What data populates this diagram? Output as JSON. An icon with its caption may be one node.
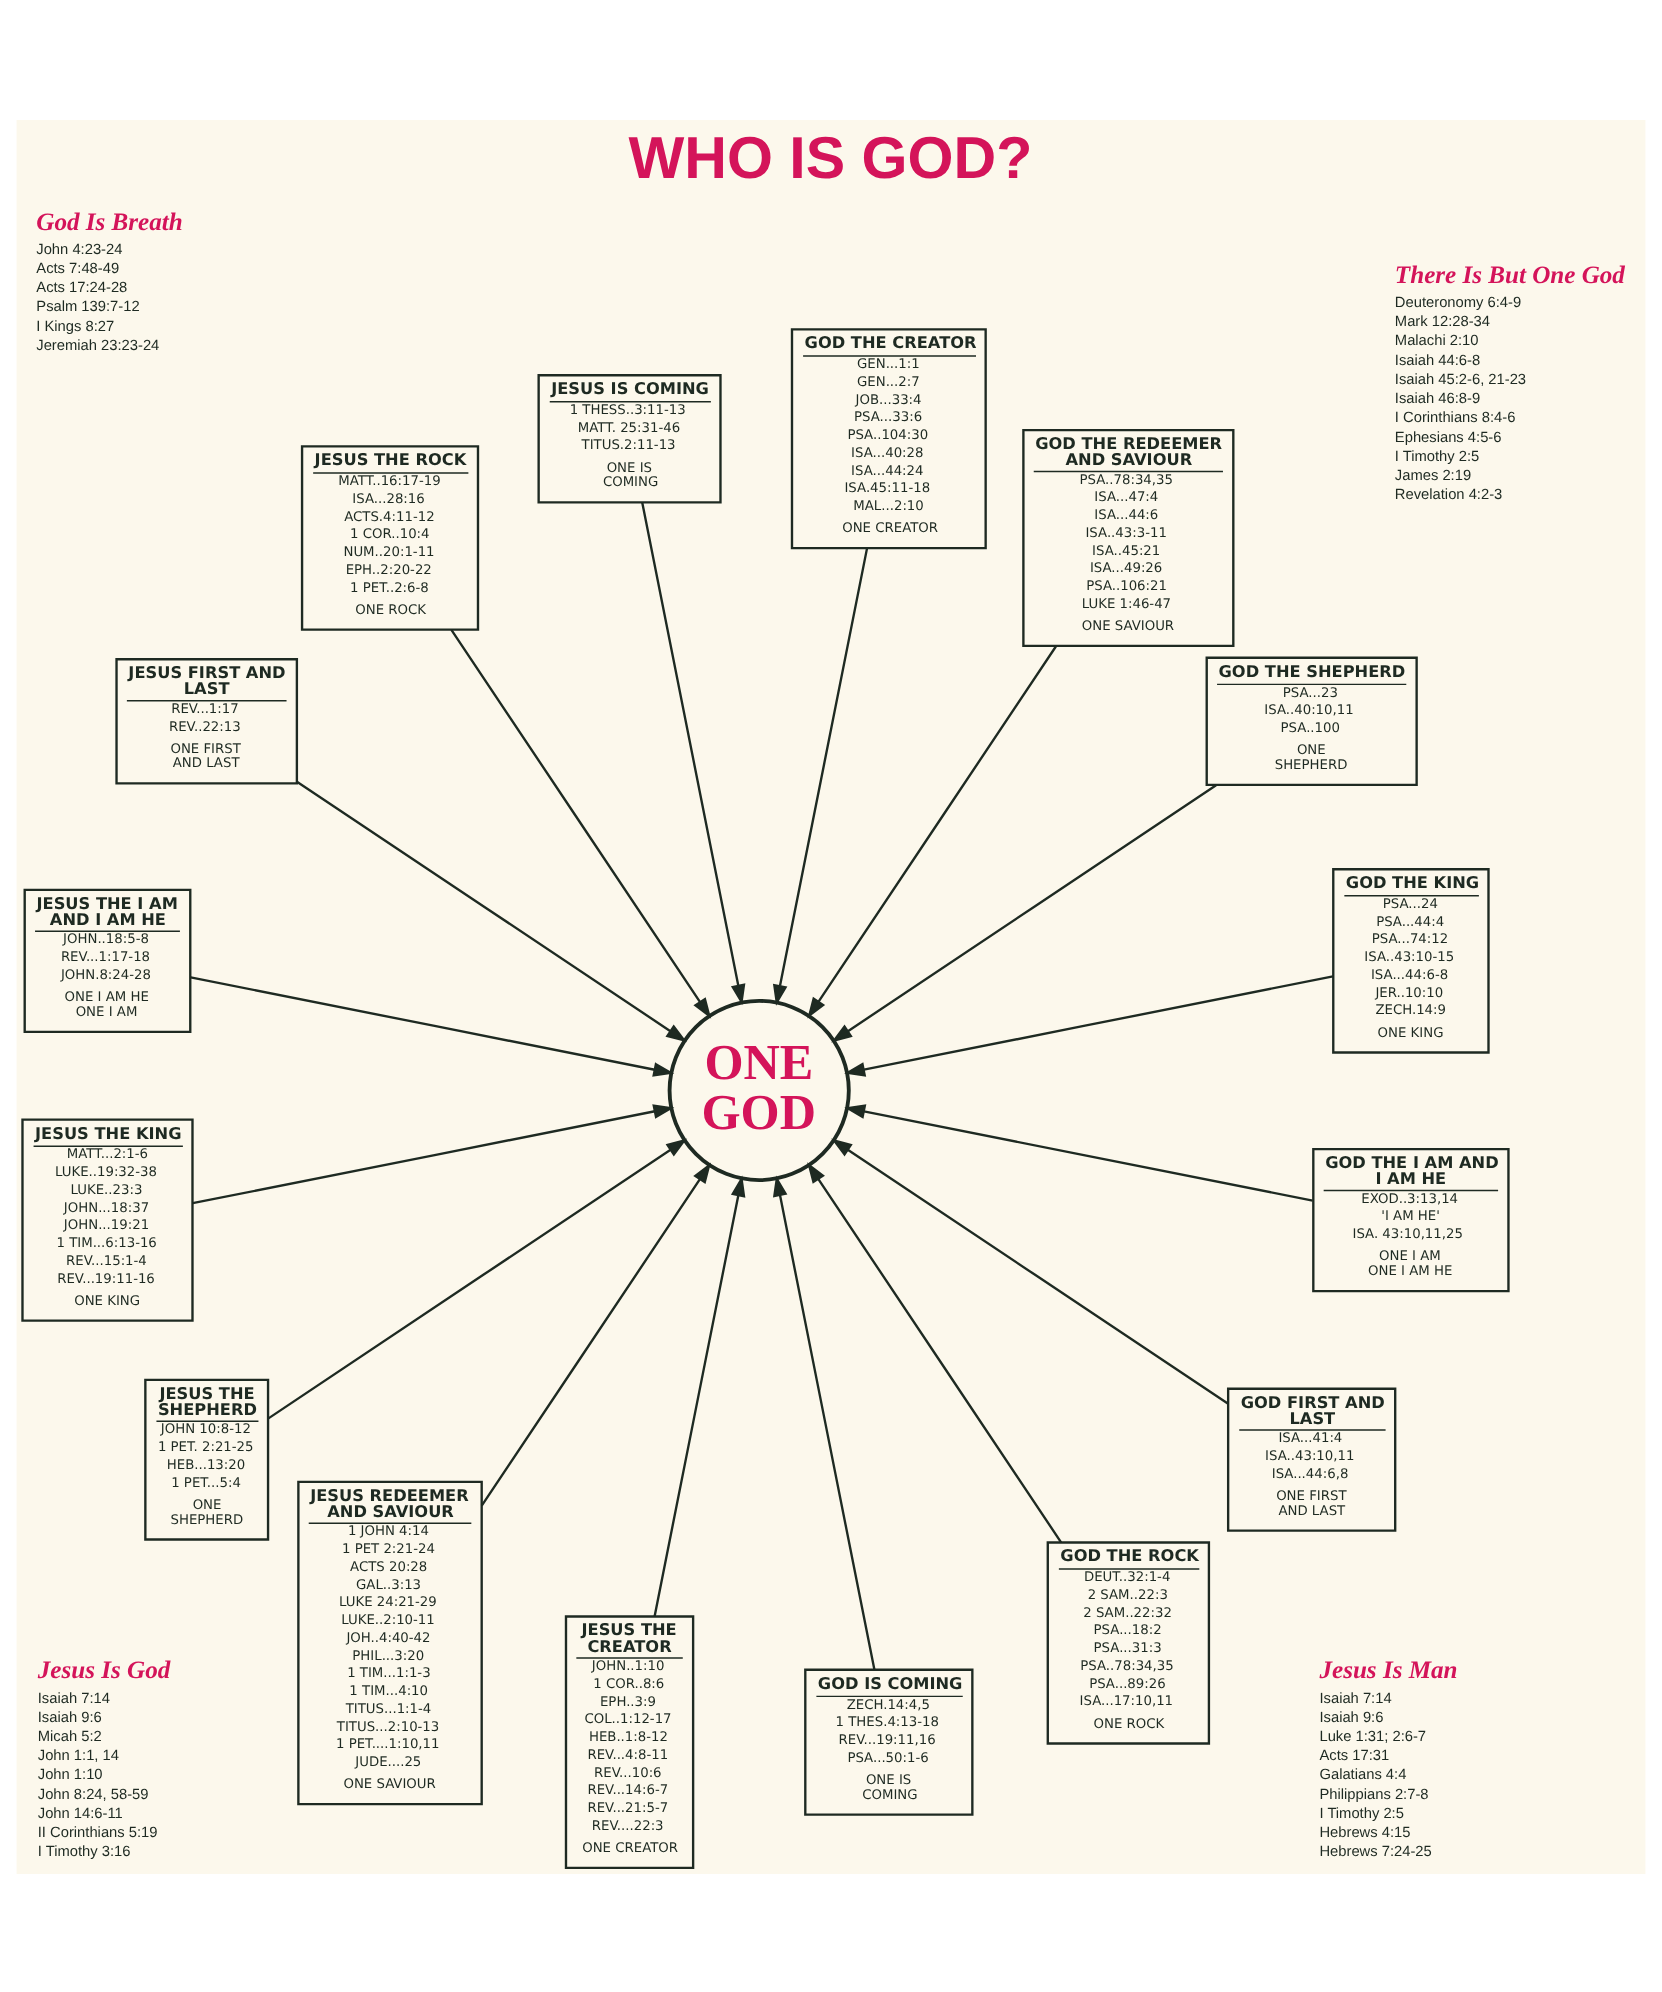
{
  "diagram": {
    "title": "WHO IS GOD?",
    "nodes": [
      {
        "text": [
          "JESUS IS COMING",
          "1 THESS..3:11-13",
          "MATT. 25:31-46",
          "TITUS.2:11-13",
          "ONE IS COMING"
        ]
      },
      {
        "text": [
          "GOD THE CREATOR",
          "GEN...1:1",
          "GEN...2:7",
          "JOB...33:4",
          "PSA...33:6",
          "PSA..104:30",
          "ISA...40:28",
          "ISA...44:24",
          "ISA.45:11-18",
          "MAL...2:10",
          "ONE CREATOR"
        ]
      },
      {
        "text": [
          "GOD THE REDEEMER AND SAVIOUR",
          "PSA..78:34,35",
          "ISA...47:4",
          "ISA...44:6",
          "ISA..43:3-11",
          "ISA..45:21",
          "ISA...49:26",
          "PSA..106:21",
          "LUKE 1:46-47",
          "ONE SAVIOUR"
        ]
      },
      {
        "text": [
          "GOD THE SHEPHERD",
          "PSA...23",
          "ISA..40:10,11",
          "PSA..100",
          "ONE SHEPHERD"
        ]
      },
      {
        "text": [
          "GOD THE KING",
          "PSA...24",
          "PSA...44:4",
          "PSA...74:12",
          "ISA..43:10-15",
          "ISA...44:6-8",
          "JER..10:10",
          "ZECH.14:9",
          "ONE KING"
        ]
      },
      {
        "text": [
          "GOD THE I AM AND I AM HE",
          "EXOD..3:13,14",
          "'I AM HE'",
          "ISA. 43:10,11,25",
          "ONE I AM ONE I AM HE"
        ]
      },
      {
        "text": [
          "GOD FIRST AND LAST",
          "ISA...41:4",
          "ISA..43:10,11",
          "ISA...44:6,8",
          "ONE FIRST AND LAST"
        ]
      },
      {
        "text": [
          "GOD THE ROCK",
          "DEUT..32:1-4",
          "2 SAM..22:3",
          "2 SAM..22:32",
          "PSA...18:2",
          "PSA...31:3",
          "PSA..78:34,35",
          "PSA...89:26",
          "ISA...17:10,11",
          "ONE ROCK"
        ]
      },
      {
        "text": [
          "GOD IS COMING",
          "ZECH.14:4,5",
          "1 THES.4:13-18",
          "REV...19:11,16",
          "PSA...50:1-6",
          "ONE IS COMING"
        ]
      },
      {
        "text": [
          "JESUS THE CREATOR",
          "JOHN..1:10",
          "1 COR..8:6",
          "EPH..3:9",
          "COL..1:12-17",
          "HEB..1:8-12",
          "REV...4:8-11",
          "REV...10:6",
          "REV...14:6-7",
          "REV...21:5-7",
          "REV....22:3",
          "ONE CREATOR"
        ]
      },
      {
        "text": [
          "JESUS REDEEMER AND SAVIOUR",
          "1 JOHN 4:14",
          "1 PET 2:21-24",
          "ACTS 20:28",
          "GAL..3:13",
          "LUKE 24:21-29",
          "LUKE..2:10-11",
          "JOH..4:40-42",
          "PHIL...3:20",
          "1 TIM...1:1-3",
          "1 TIM...4:10",
          "TITUS...1:1-4",
          "TITUS...2:10-13",
          "1 PET....1:10,11",
          "JUDE....25",
          "ONE SAVIOUR"
        ]
      },
      {
        "text": [
          "JESUS THE SHEPHERD",
          "JOHN 10:8-12",
          "1 PET. 2:21-25",
          "HEB...13:20",
          "1 PET...5:4",
          "ONE SHEPHERD"
        ]
      },
      {
        "text": [
          "JESUS THE KING",
          "MATT...2:1-6",
          "LUKE..19:32-38",
          "LUKE..23:3",
          "JOHN...18:37",
          "JOHN...19:21",
          "1 TIM...6:13-16",
          "REV...15:1-4",
          "REV...19:11-16",
          "ONE KING"
        ]
      },
      {
        "text": [
          "JESUS THE I AM AND I AM HE",
          "JOHN..18:5-8",
          "REV...1:17-18",
          "JOHN.8:24-28",
          "ONE I AM HE ONE I AM"
        ]
      },
      {
        "text": [
          "JESUS FIRST AND LAST",
          "REV...1:17",
          "REV..22:13",
          "ONE FIRST AND LAST"
        ]
      },
      {
        "text": [
          "JESUS THE ROCK",
          "MATT..16:17-19",
          "ISA...28:16",
          "ACTS.4:11-12",
          "1 COR..10:4",
          "NUM..20:1-11",
          "EPH..2:20-22",
          "1 PET..2:6-8",
          "ONE ROCK"
        ]
      },
      {
        "text": [
          "ONE GOD"
        ]
      }
    ],
    "edges": [
      {
        "from": 0,
        "to": 16,
        "arrow": "to"
      },
      {
        "from": 1,
        "to": 16,
        "arrow": "to"
      },
      {
        "from": 2,
        "to": 16,
        "arrow": "to"
      },
      {
        "from": 3,
        "to": 16,
        "arrow": "to"
      },
      {
        "from": 4,
        "to": 16,
        "arrow": "to"
      },
      {
        "from": 5,
        "to": 16,
        "arrow": "to"
      },
      {
        "from": 6,
        "to": 16,
        "arrow": "to"
      },
      {
        "from": 7,
        "to": 16,
        "arrow": "to"
      },
      {
        "from": 8,
        "to": 16,
        "arrow": "to"
      },
      {
        "from": 9,
        "to": 16,
        "arrow": "to"
      },
      {
        "from": 10,
        "to": 16,
        "arrow": "to"
      },
      {
        "from": 11,
        "to": 16,
        "arrow": "to"
      },
      {
        "from": 12,
        "to": 16,
        "arrow": "to"
      },
      {
        "from": 13,
        "to": 16,
        "arrow": "to"
      },
      {
        "from": 14,
        "to": 16,
        "arrow": "to"
      },
      {
        "from": 15,
        "to": 16,
        "arrow": "to"
      }
    ],
    "labels": [
      "God Is Breath",
      "John 4:23-24",
      "Acts 7:48-49",
      "Acts 17:24-28",
      "Psalm 139:7-12",
      "I Kings 8:27",
      "Jeremiah 23:23-24",
      "There Is But One God",
      "Deuteronomy 6:4-9",
      "Mark 12:28-34",
      "Malachi 2:10",
      "Isaiah 44:6-8",
      "Isaiah 45:2-6, 21-23",
      "Isaiah 46:8-9",
      "I Corinthians 8:4-6",
      "Ephesians 4:5-6",
      "I Timothy 2:5",
      "James 2:19",
      "Revelation 4:2-3",
      "Jesus Is God",
      "Isaiah 7:14",
      "Isaiah 9:6",
      "Micah 5:2",
      "John 1:1, 14",
      "John 1:10",
      "John 8:24, 58-59",
      "John 14:6-11",
      "II Corinthians 5:19",
      "I Timothy 3:16",
      "Jesus Is Man",
      "Isaiah 7:14",
      "Isaiah 9:6",
      "Luke 1:31; 2:6-7",
      "Acts 17:31",
      "Galatians 4:4",
      "Philippians 2:7-8",
      "I Timothy 2:5",
      "Hebrews 4:15",
      "Hebrews 7:24-25"
    ]
  }
}
